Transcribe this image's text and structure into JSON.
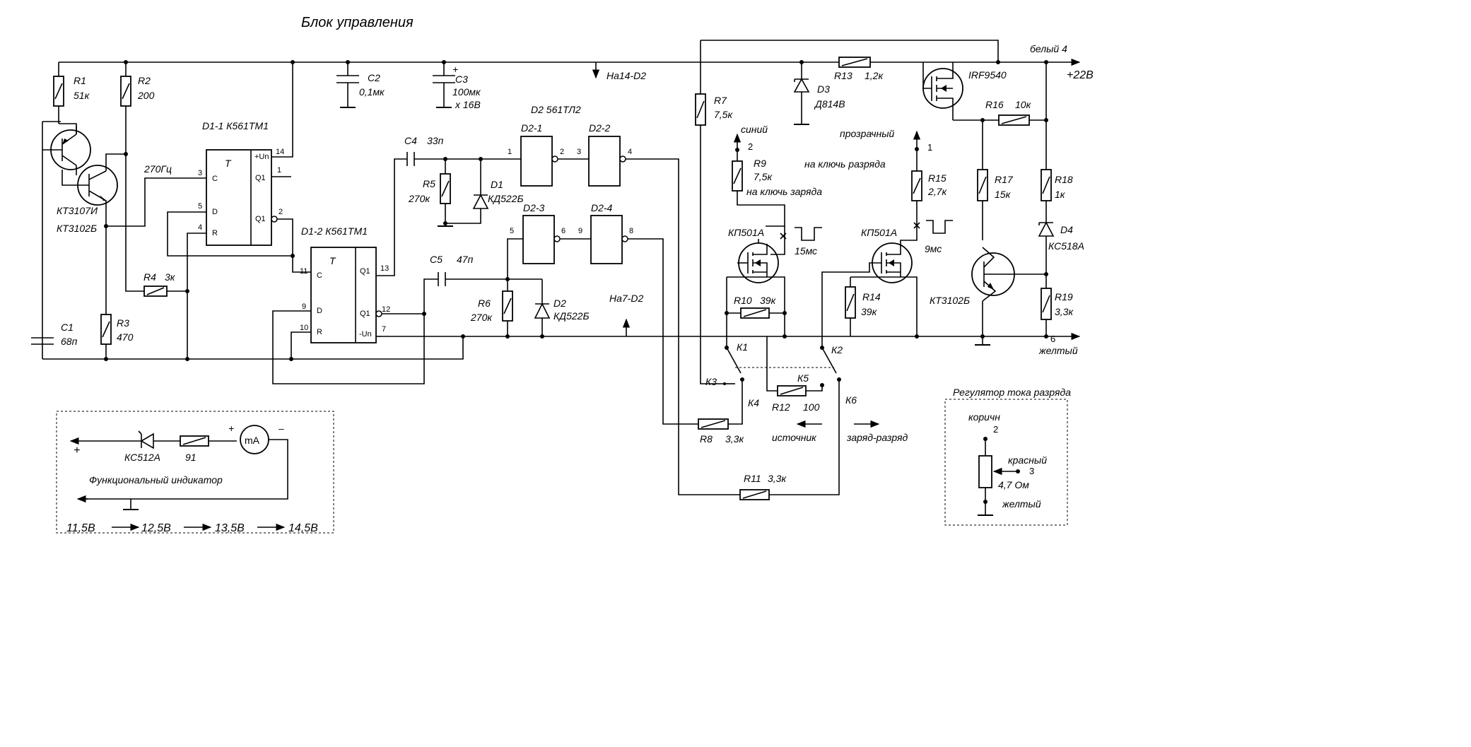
{
  "title": "Блок управления",
  "resistors": {
    "R1": {
      "name": "R1",
      "value": "51к"
    },
    "R2": {
      "name": "R2",
      "value": "200"
    },
    "R3": {
      "name": "R3",
      "value": "470"
    },
    "R4": {
      "name": "R4",
      "value": "3к"
    },
    "R5": {
      "name": "R5",
      "value": "270к"
    },
    "R6": {
      "name": "R6",
      "value": "270к"
    },
    "R7": {
      "name": "R7",
      "value": "7,5к"
    },
    "R8": {
      "name": "R8",
      "value": "3,3к"
    },
    "R9": {
      "name": "R9",
      "value": "7,5к"
    },
    "R10": {
      "name": "R10",
      "value": "39к"
    },
    "R11": {
      "name": "R11",
      "value": "3,3к"
    },
    "R12": {
      "name": "R12",
      "value": "100"
    },
    "R13": {
      "name": "R13",
      "value": "1,2к"
    },
    "R14": {
      "name": "R14",
      "value": "39к"
    },
    "R15": {
      "name": "R15",
      "value": "2,7к"
    },
    "R16": {
      "name": "R16",
      "value": "10к"
    },
    "R17": {
      "name": "R17",
      "value": "15к"
    },
    "R18": {
      "name": "R18",
      "value": "1к"
    },
    "R19": {
      "name": "R19",
      "value": "3,3к"
    }
  },
  "capacitors": {
    "C1": {
      "name": "C1",
      "value": "68п"
    },
    "C2": {
      "name": "C2",
      "value": "0,1мк"
    },
    "C3": {
      "name": "C3",
      "value": "100мк",
      "value2": "х 16В"
    },
    "C4": {
      "name": "C4",
      "value": "33п"
    },
    "C5": {
      "name": "C5",
      "value": "47п"
    }
  },
  "diodes": {
    "D1": {
      "name": "D1",
      "value": "КД522Б"
    },
    "D2": {
      "name": "D2",
      "value": "КД522Б"
    },
    "D3": {
      "name": "D3",
      "value": "Д814В"
    },
    "D4": {
      "name": "D4",
      "value": "КС518А"
    }
  },
  "transistors": {
    "q_pair": {
      "type1": "КТ3107И",
      "type2": "КТ3102Б"
    },
    "q_right": "КТ3102Б",
    "mos1": "КП501А",
    "mos2": "КП501А",
    "pmos": "IRF9540"
  },
  "chips": {
    "d1_1": "D1-1  К561ТМ1",
    "d1_2": "D1-2  К561ТМ1",
    "d2": "D2  561ТЛ2",
    "d2_1": "D2-1",
    "d2_2": "D2-2",
    "d2_3": "D2-3",
    "d2_4": "D2-4",
    "trigger_letter": "T",
    "pin_c": "C",
    "pin_d": "D",
    "pin_r": "R",
    "pin_q1": "Q1",
    "pin_q1n": "Q1",
    "pin_vcc": "+Un",
    "pin_gnd": "-Un"
  },
  "pin_numbers": {
    "d11_3": "3",
    "d11_5": "5",
    "d11_4": "4",
    "d11_14": "14",
    "d11_1": "1",
    "d11_2": "2",
    "d12_11": "11",
    "d12_9": "9",
    "d12_10": "10",
    "d12_13": "13",
    "d12_12": "12",
    "d12_7": "7",
    "g1_in": "1",
    "g1_out": "2",
    "g2_in": "3",
    "g2_out": "4",
    "g3_in": "5",
    "g3_out": "6",
    "g4_in": "9",
    "g4_out": "8"
  },
  "labels": {
    "freq": "270Гц",
    "to_d2_14": "На14-D2",
    "to_d2_7": "На7-D2",
    "white": "белый 4",
    "plus22": "+22В",
    "yellow": "желтый",
    "yellow_num": "6",
    "blue": "синий",
    "blue_num": "2",
    "transparent": "прозрачный",
    "transparent_num": "1",
    "to_charge_key": "на ключь заряда",
    "to_discharge_key": "на ключь разряда",
    "pulse1": "15мс",
    "pulse2": "9мс",
    "source": "источник",
    "charge_discharge": "заряд-разряд",
    "c3_plus": "+"
  },
  "relay_contacts": [
    "К1",
    "К2",
    "К3",
    "К4",
    "К5",
    "К6"
  ],
  "indicator": {
    "title": "Функциональный индикатор",
    "plus": "+",
    "meter_plus": "+",
    "meter_minus": "–",
    "meter": "mA",
    "zener": "КС512А",
    "resistor": "91",
    "scale": [
      "11,5В",
      "12,5В",
      "13,5В",
      "14,5В"
    ]
  },
  "regulator": {
    "title": "Регулятор тока разряда",
    "brown": "коричн",
    "brown_num": "2",
    "red": "красный",
    "red_num": "3",
    "value": "4,7 Ом",
    "yellow": "желтый"
  }
}
